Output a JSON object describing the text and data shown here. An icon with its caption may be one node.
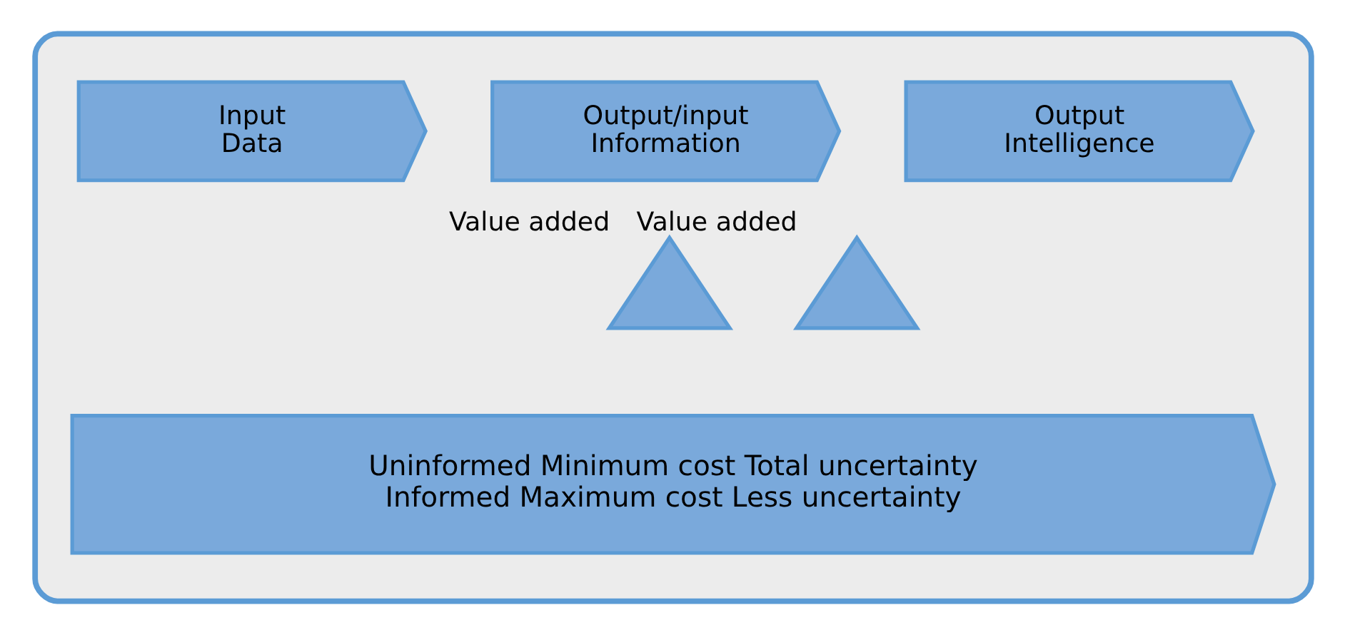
{
  "diagram": {
    "nodes": [
      {
        "text": [],
        "shape": "box"
      },
      {
        "text": [
          "Input",
          "Data"
        ],
        "in": 0
      },
      {
        "text": [
          "Output/input",
          "Information"
        ],
        "in": 0
      },
      {
        "text": [
          "Output",
          "Intelligence"
        ],
        "in": 0
      },
      {
        "text": [],
        "shape": "triangle",
        "beside": [
          "Value added"
        ],
        "in": 0
      },
      {
        "text": [],
        "shape": "triangle",
        "beside": [
          "Value added"
        ],
        "in": 0
      },
      {
        "text": [
          "Uninformed Minimum cost Total uncertainty",
          "Informed Maximum cost Less uncertainty"
        ],
        "in": 0
      }
    ],
    "edges": []
  }
}
